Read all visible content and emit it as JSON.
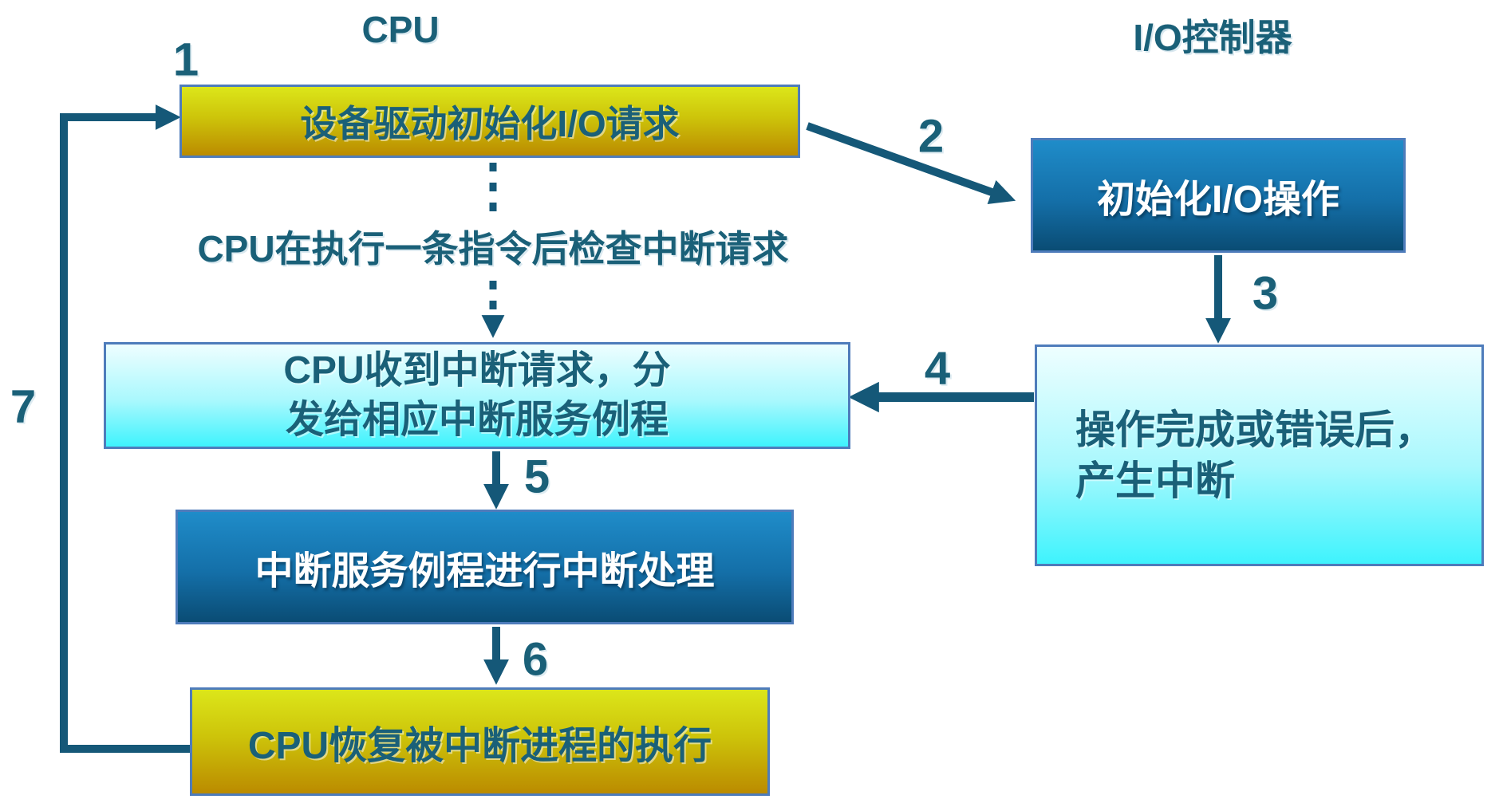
{
  "diagram": {
    "left_column_title": "CPU",
    "right_column_title": "I/O控制器",
    "nodes": {
      "device_driver_init": "设备驱动初始化I/O请求",
      "init_io_operation": "初始化I/O操作",
      "cpu_check_interrupt_note": "CPU在执行一条指令后检查中断请求",
      "cpu_receive_line1": "CPU收到中断请求，分",
      "cpu_receive_line2": "发给相应中断服务例程",
      "op_complete_line1": "操作完成或错误后，",
      "op_complete_line2": "产生中断",
      "isr_process": "中断服务例程进行中断处理",
      "cpu_resume": "CPU恢复被中断进程的执行"
    },
    "steps": {
      "s1": "1",
      "s2": "2",
      "s3": "3",
      "s4": "4",
      "s5": "5",
      "s6": "6",
      "s7": "7"
    },
    "colors": {
      "teal_text": "#1a6078",
      "arrow": "#155878",
      "box_border": "#4e7cbb",
      "gold_top": "#dce61a",
      "gold_bottom": "#bb8b00",
      "blue_top": "#1f8cc9",
      "blue_bottom": "#0a4c74",
      "cyan_top": "#eefeff",
      "cyan_bottom": "#3ef3fd"
    }
  }
}
